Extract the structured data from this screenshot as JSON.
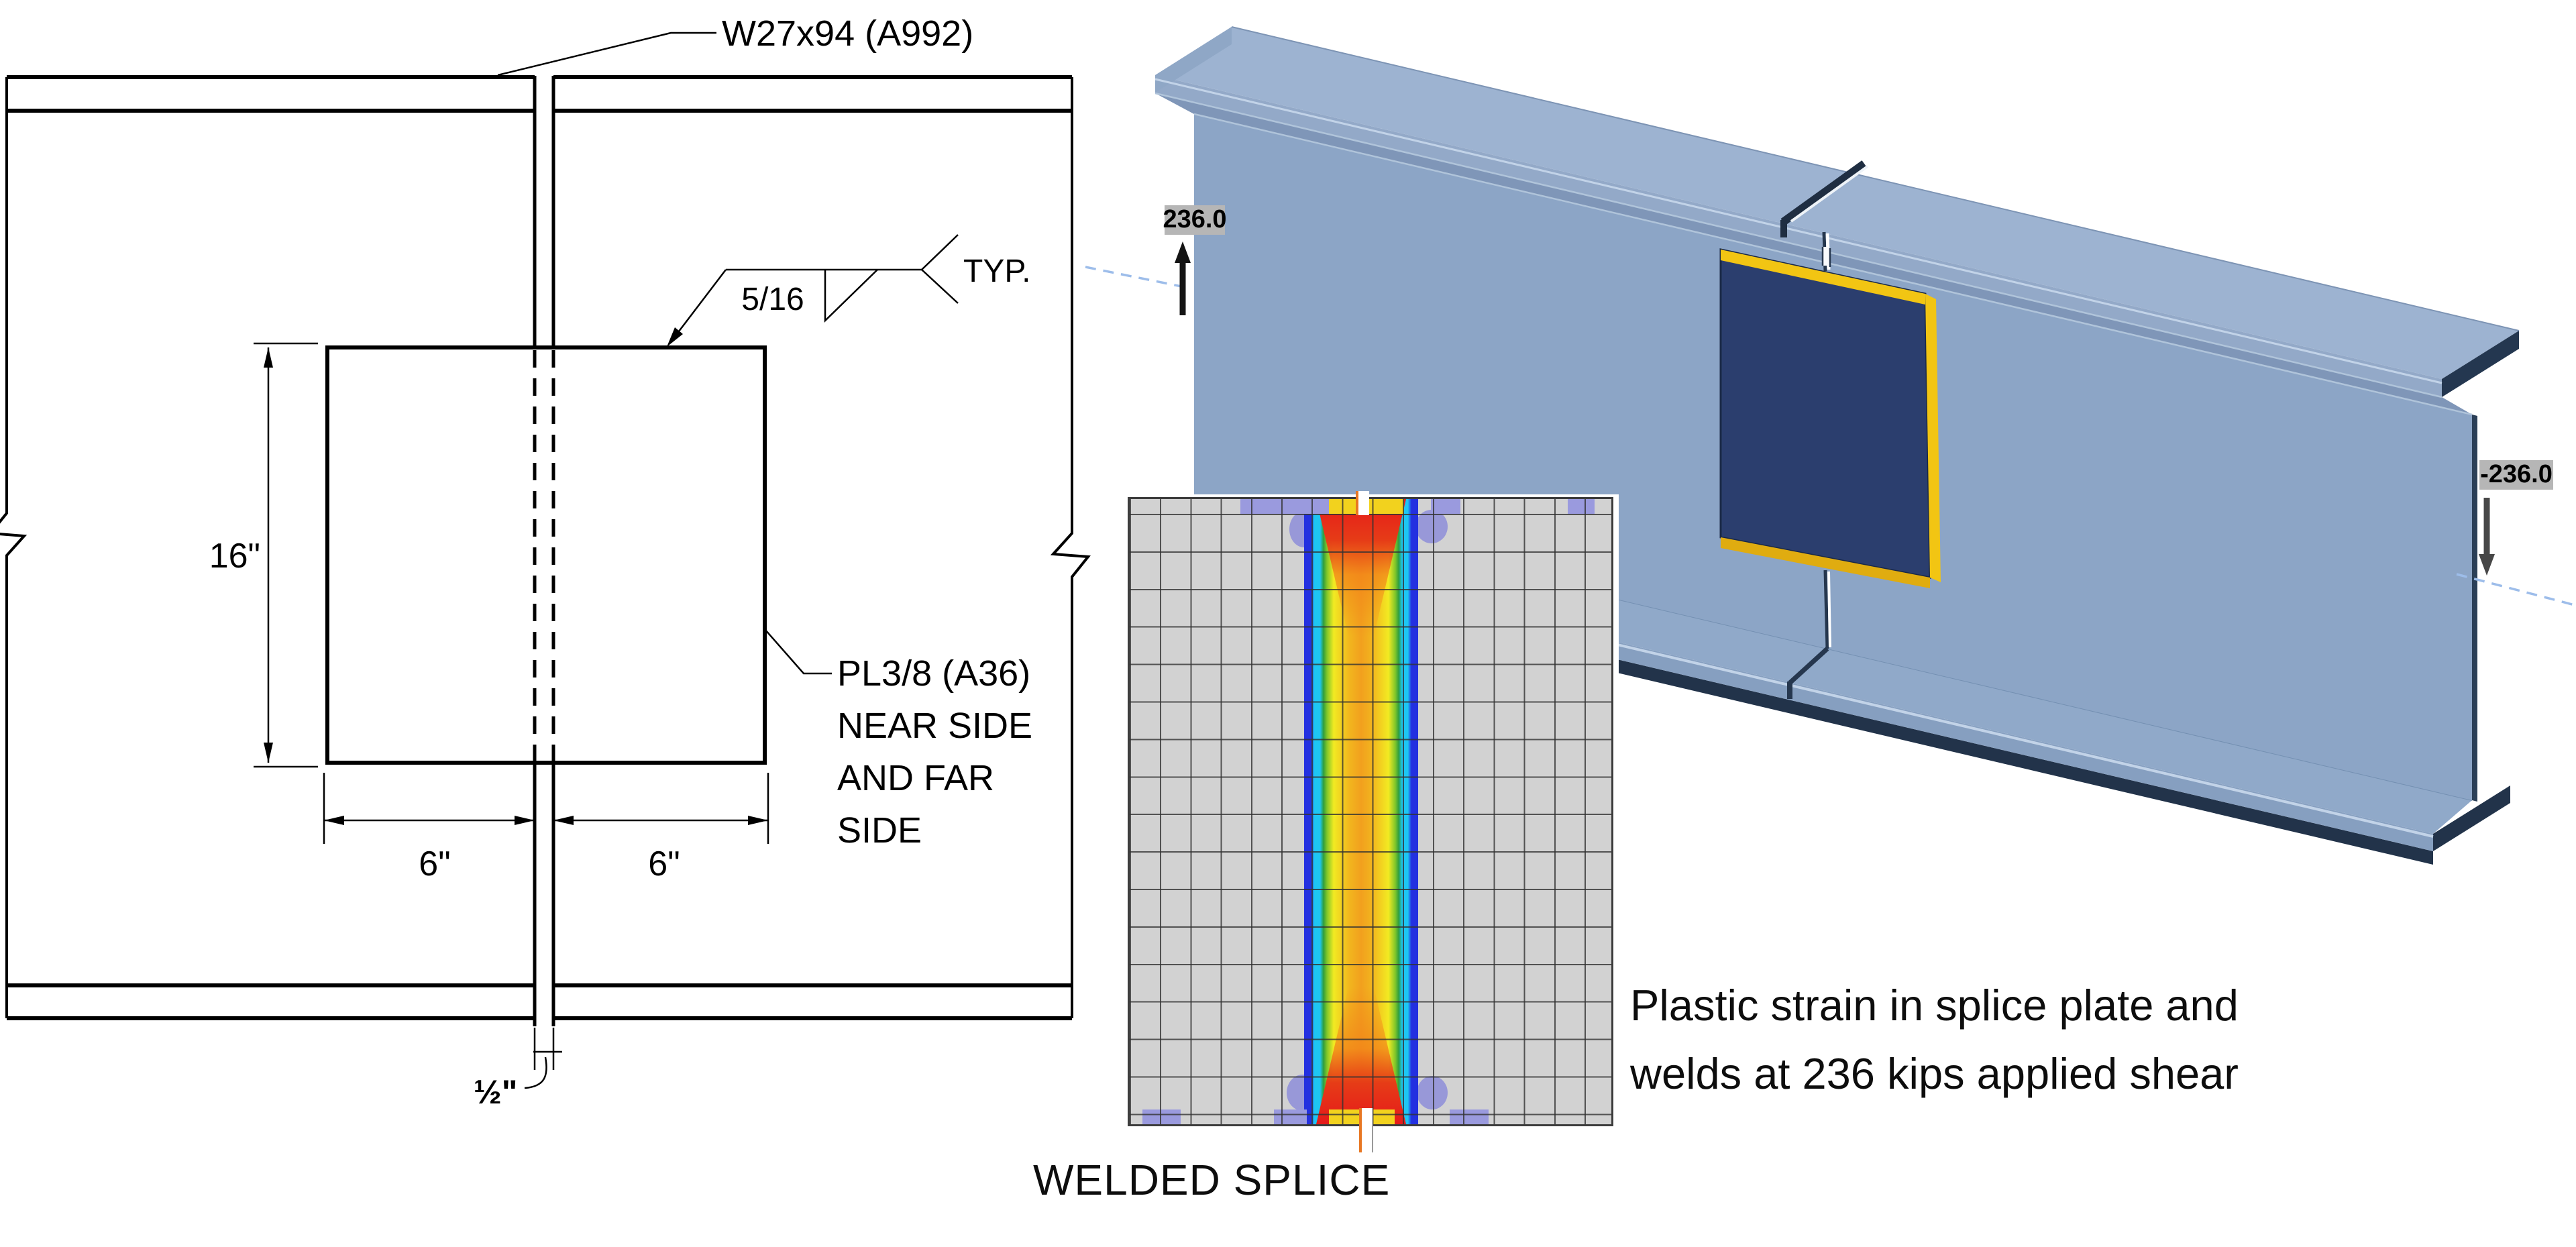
{
  "drawing": {
    "beam_label": "W27x94 (A992)",
    "weld_size": "5/16",
    "weld_typ": "TYP.",
    "dim_height": "16\"",
    "dim_left": "6\"",
    "dim_right": "6\"",
    "dim_gap": "½\"",
    "note": [
      "PL3/8 (A36)",
      "NEAR SIDE",
      "AND FAR",
      "SIDE"
    ],
    "title": "WELDED SPLICE"
  },
  "model": {
    "load_left": "236.0",
    "load_right": "-236.0",
    "beam_color": "#8ca5c6",
    "plate_color": "#2b3e6e",
    "weld_color": "#f2c513",
    "label_bg": "#b6b6b6"
  },
  "caption": {
    "line1": "Plastic strain in splice plate and",
    "line2": "welds at 236 kips applied shear"
  },
  "fea": {
    "mesh_color": "#d2d2d2",
    "strain_scale_low_to_high": [
      "#2330e0",
      "#1ec6f2",
      "#2f9e3f",
      "#8ec926",
      "#f2ea22",
      "#f2a01e",
      "#e51a1a"
    ]
  }
}
